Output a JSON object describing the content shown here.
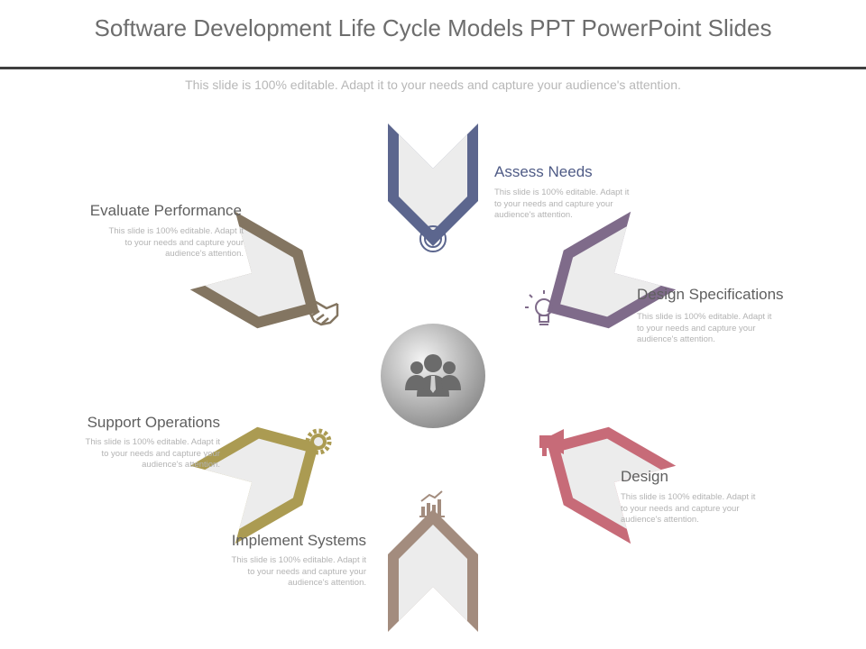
{
  "title": "Software Development Life Cycle Models PPT PowerPoint Slides",
  "subtitle": "This slide is 100% editable. Adapt it to your needs and capture your audience's attention.",
  "steps": [
    {
      "id": "assess",
      "label": "Assess Needs",
      "desc_lines": [
        "This slide is 100% editable. Adapt it",
        "to your needs and capture your",
        "audience's attention."
      ],
      "color": "#5c668e",
      "icon": "target-icon"
    },
    {
      "id": "design-spec",
      "label": "Design Specifications",
      "desc_lines": [
        "This slide is 100% editable. Adapt it",
        "to your needs and capture your",
        "audience's attention."
      ],
      "color": "#7f6b8a",
      "icon": "lightbulb-icon"
    },
    {
      "id": "design",
      "label": "Design",
      "desc_lines": [
        "This slide is 100% editable. Adapt it",
        "to your needs and capture your",
        "audience's attention."
      ],
      "color": "#c76b78",
      "icon": "megaphone-icon"
    },
    {
      "id": "implement",
      "label": "Implement Systems",
      "desc_lines": [
        "This slide is 100% editable. Adapt it",
        "to your needs and capture your",
        "audience's attention."
      ],
      "color": "#a38c7e",
      "icon": "bar-chart-icon"
    },
    {
      "id": "support",
      "label": "Support Operations",
      "desc_lines": [
        "This slide is 100% editable. Adapt it",
        "to your needs and capture your",
        "audience's attention."
      ],
      "color": "#ab9b52",
      "icon": "gear-icon"
    },
    {
      "id": "evaluate",
      "label": "Evaluate Performance",
      "desc_lines": [
        "This slide is 100% editable. Adapt it",
        "to your needs and capture your",
        "audience's attention."
      ],
      "color": "#837561",
      "icon": "handshake-icon"
    }
  ],
  "center": {
    "icon": "team-icon",
    "color": "#9d9d9d"
  }
}
